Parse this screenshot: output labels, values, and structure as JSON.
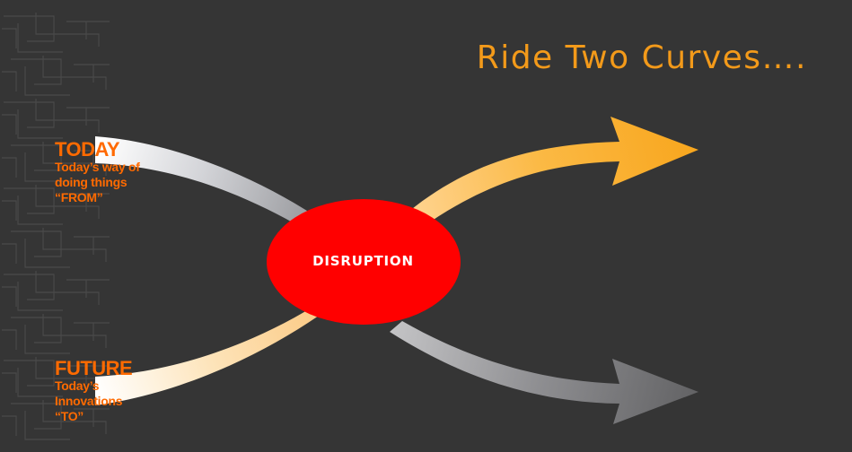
{
  "title": "Ride Two Curves….",
  "today": {
    "heading": "TODAY",
    "lines": [
      "Today’s way of",
      "doing things",
      "“FROM”"
    ]
  },
  "future": {
    "heading": "FUTURE",
    "lines": [
      "Today’s",
      "Innovations",
      "“TO”"
    ]
  },
  "center": {
    "label": "DISRUPTION"
  },
  "colors": {
    "background": "#353535",
    "title": "#f39a1a",
    "labels": "#ff6a00",
    "ellipse": "#ff0000",
    "orange_arrow": "#f9a825",
    "gray_arrow": "#6b6b6d"
  }
}
